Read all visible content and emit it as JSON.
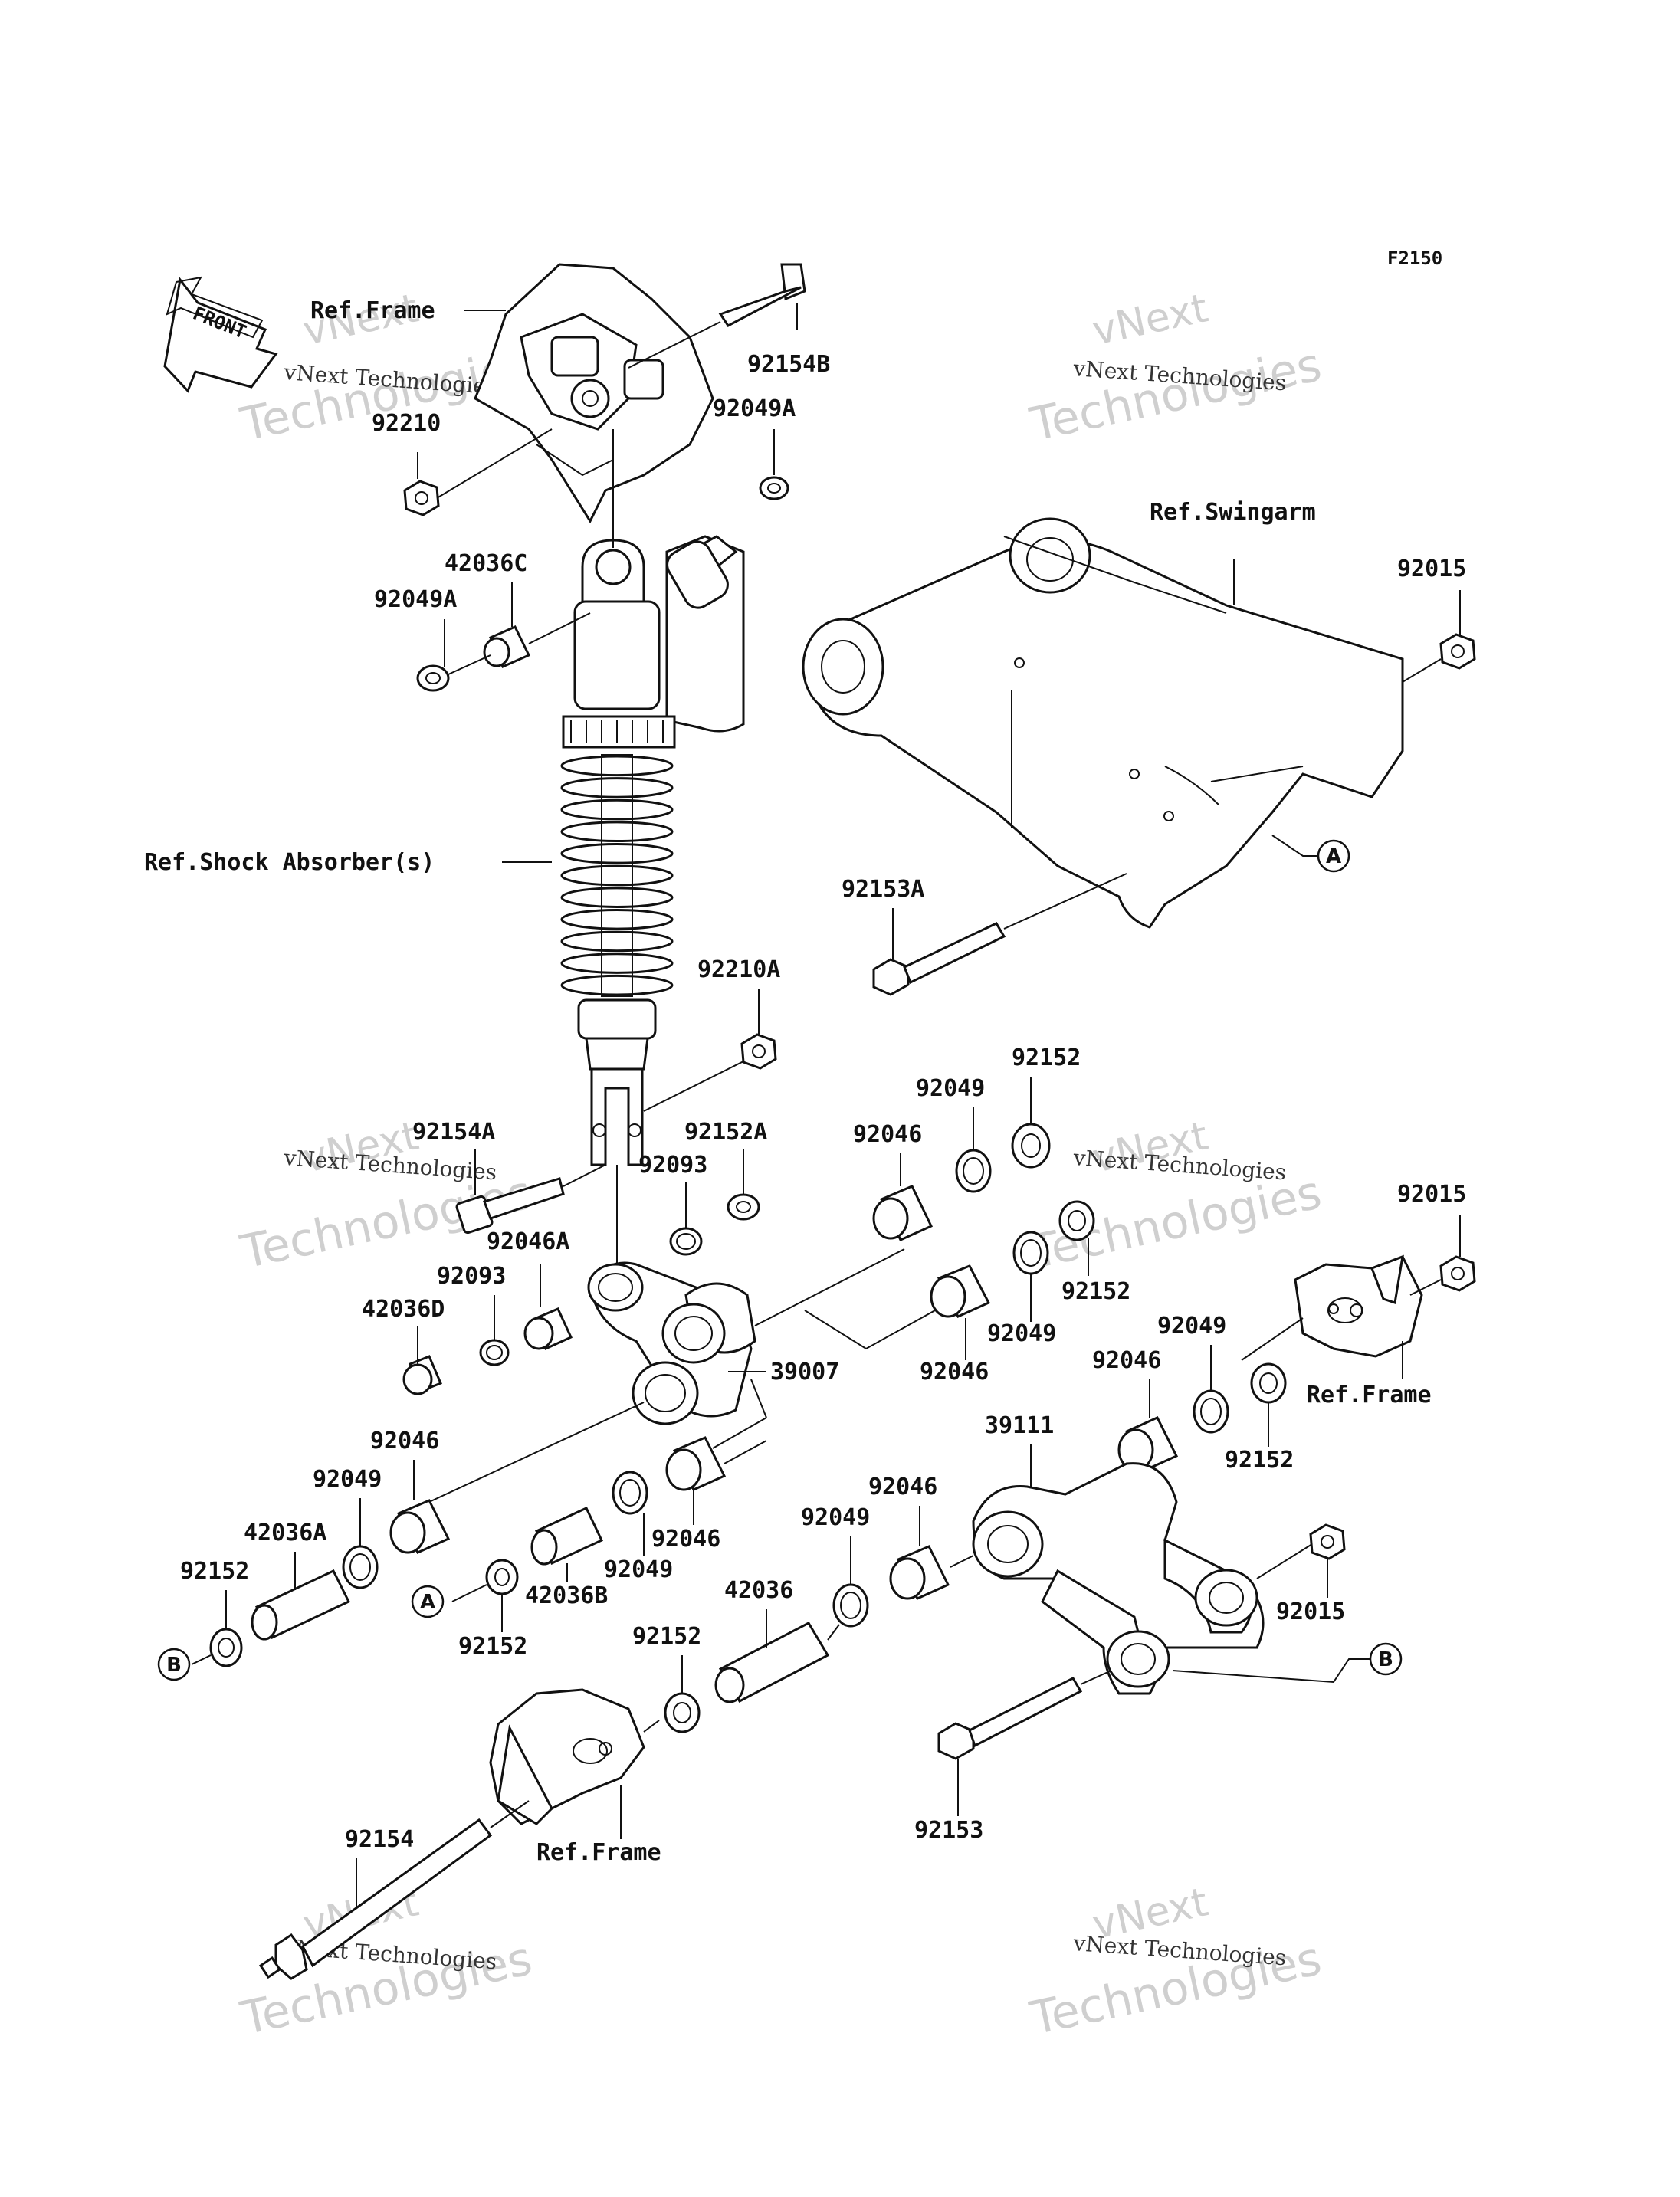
{
  "diagram_code": "F2150",
  "front_label": "FRONT",
  "watermark": {
    "line1": "vNext",
    "line2": "Technologies",
    "caption": "vNext Technologies"
  },
  "ref_labels": {
    "frame_top": "Ref.Frame",
    "swingarm": "Ref.Swingarm",
    "shock": "Ref.Shock Absorber(s)",
    "frame_right": "Ref.Frame",
    "frame_bottom": "Ref.Frame"
  },
  "callouts": {
    "A": "A",
    "B": "B"
  },
  "parts": {
    "p92154B": "92154B",
    "p92210": "92210",
    "p92049A_top": "92049A",
    "p42036C": "42036C",
    "p92049A_left": "92049A",
    "p92015_top": "92015",
    "p92153A": "92153A",
    "p92210A": "92210A",
    "p92154A": "92154A",
    "p92152A": "92152A",
    "p92093_a": "92093",
    "p92046A": "92046A",
    "p92093_b": "92093",
    "p42036D": "42036D",
    "p92046_a": "92046",
    "p92049_a": "92049",
    "p92152_a": "92152",
    "p92152_b": "92152",
    "p92049_b": "92049",
    "p92046_b": "92046",
    "p39007": "39007",
    "p92015_mid": "92015",
    "p92049_c": "92049",
    "p92046_c": "92046",
    "p92152_c": "92152",
    "p39111": "39111",
    "p92046_d": "92046",
    "p92049_d": "92049",
    "p42036A": "42036A",
    "p92152_d": "92152",
    "p92046_e": "92046",
    "p92049_e": "92049",
    "p42036B": "42036B",
    "p92152_e": "92152",
    "p92046_f": "92046",
    "p92049_f": "92049",
    "p42036": "42036",
    "p92152_f": "92152",
    "p92015_bot": "92015",
    "p92153": "92153",
    "p92154": "92154"
  }
}
